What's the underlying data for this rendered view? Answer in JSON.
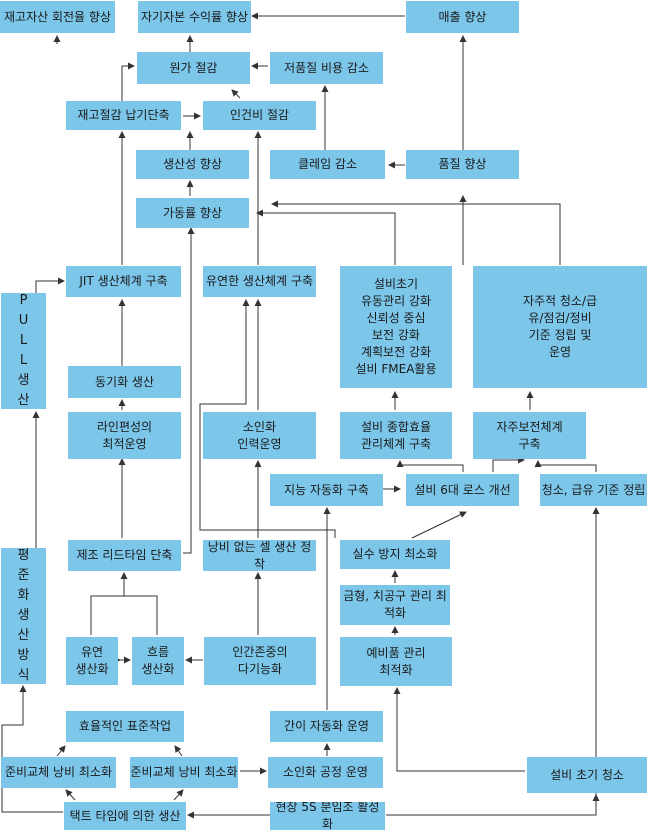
{
  "diagram": {
    "colors": {
      "box_fill": "#7cc6ea",
      "line": "#333333",
      "text": "#1a1a1a",
      "background": "#ffffff"
    },
    "nodes": {
      "asset_turnover": "재고자산 회전율 향상",
      "roe": "자기자본 수익률 향상",
      "sales_up": "매출 향상",
      "cost_down": "원가 절감",
      "low_quality_cost": "저품질 비용 감소",
      "inventory_leadtime": "재고절감 납기단축",
      "labor_cost": "인건비 절감",
      "productivity": "생산성 향상",
      "claim_down": "클레임 감소",
      "quality_up": "품질 향상",
      "utilization": "가동률 향상",
      "jit": "JIT 생산체계 구축",
      "flexible": "유연한 생산체계 구축",
      "equipment_mgmt": "설비초기\n유동관리 강화\n신뢰성 중심\n보전 강화\n계획보전 강화\n설비 FMEA활용",
      "autonomous_std": "자주적 청소/급\n유/점검/정비\n기준 정립 및\n운영",
      "pull": "PULL생산",
      "sync": "동기화 생산",
      "line_balance": "라인편성의\n최적운영",
      "small_staff": "소인화\n인력운영",
      "oee_system": "설비 종합효율\n관리체계 구축",
      "autonomous_maint": "자주보전체계\n구축",
      "smart_auto": "지능 자동화 구축",
      "six_loss": "설비 6대 로스 개선",
      "clean_std": "청소, 급유 기준 정립",
      "leveling": "평준화생산방식",
      "leadtime": "제조 리드타임 단축",
      "cell": "낭비 없는 셀 생산 정착",
      "error_min": "실수 방지 최소화",
      "mold_jig": "금형, 치공구 관리 최적화",
      "flex_prod": "유연\n생산화",
      "flow_prod": "흐름\n생산화",
      "multi_skill": "인간존중의\n다기능화",
      "spare_parts": "예비품 관리\n최적화",
      "std_work": "효율적인 표준작업",
      "simple_auto": "간이 자동화 운영",
      "changeover_1": "준비교체 낭비 최소화",
      "changeover_2": "준비교체 낭비 최소화",
      "small_process": "소인화 공정 운영",
      "initial_clean": "설비 초기 청소",
      "takt": "택트 타임에 의한 생산",
      "five_s": "현장 5S 분임조 활성화"
    }
  }
}
